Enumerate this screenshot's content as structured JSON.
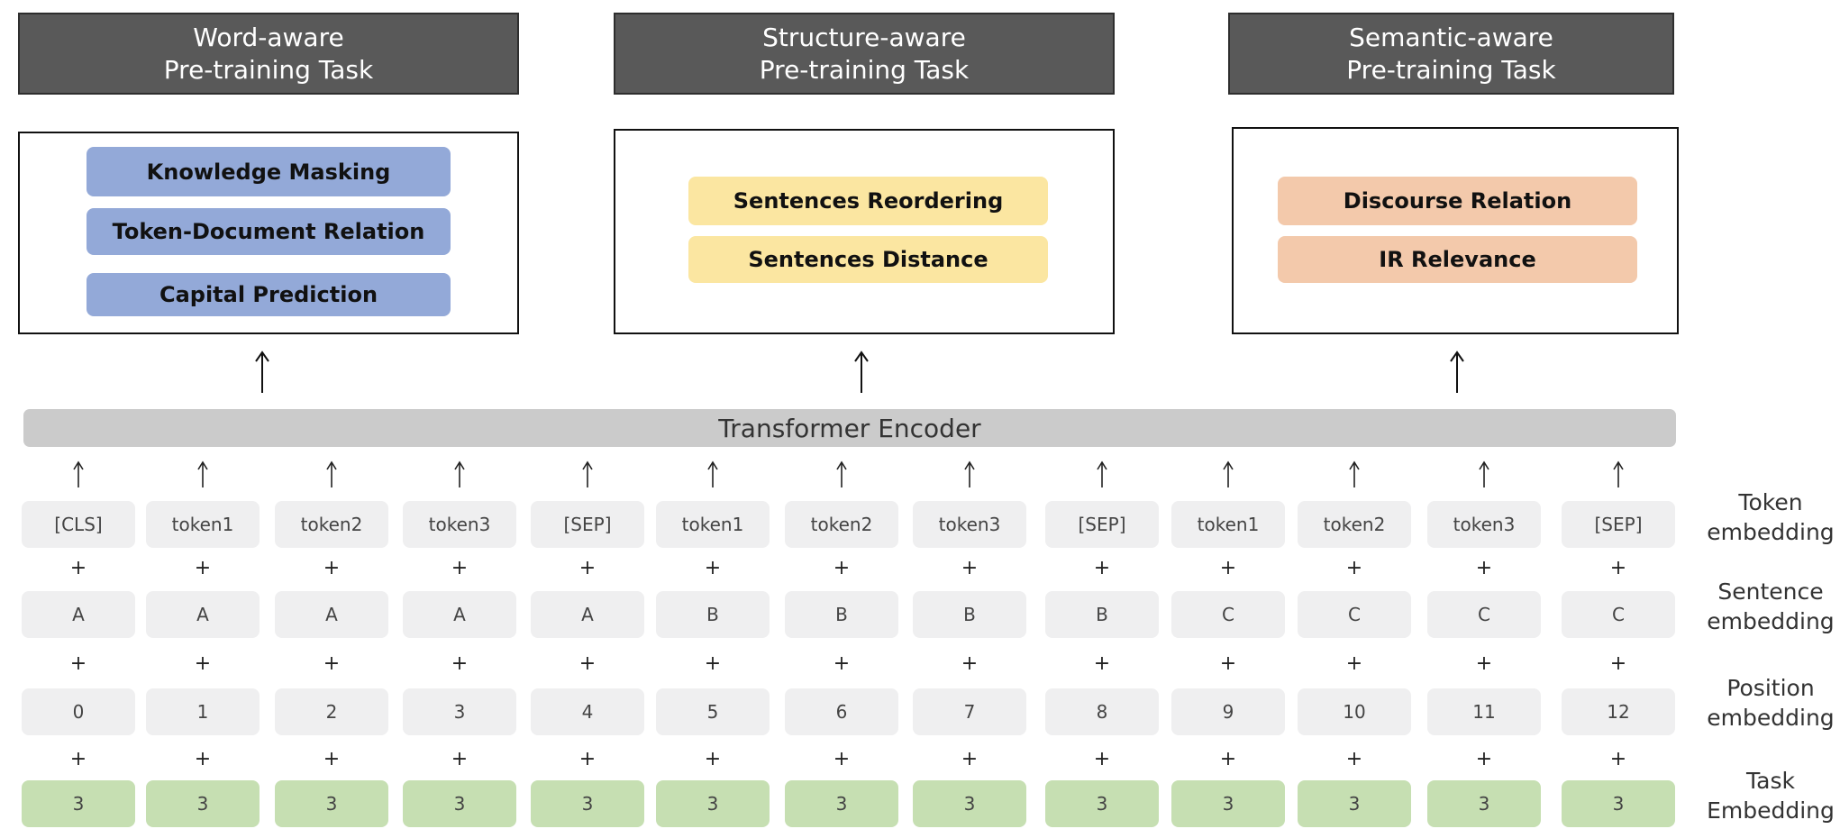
{
  "tasks": [
    {
      "title1": "Word-aware",
      "title2": "Pre-training Task",
      "items": [
        "Knowledge Masking",
        "Token-Document Relation",
        "Capital Prediction"
      ],
      "color": "#93a9d8"
    },
    {
      "title1": "Structure-aware",
      "title2": "Pre-training Task",
      "items": [
        "Sentences Reordering",
        "Sentences Distance"
      ],
      "color": "#fbe6a1"
    },
    {
      "title1": "Semantic-aware",
      "title2": "Pre-training Task",
      "items": [
        "Discourse Relation",
        "IR Relevance"
      ],
      "color": "#f3c9ab"
    }
  ],
  "encoder_label": "Transformer Encoder",
  "embeddings": {
    "tokens": [
      "[CLS]",
      "token1",
      "token2",
      "token3",
      "[SEP]",
      "token1",
      "token2",
      "token3",
      "[SEP]",
      "token1",
      "token2",
      "token3",
      "[SEP]"
    ],
    "sentences": [
      "A",
      "A",
      "A",
      "A",
      "A",
      "B",
      "B",
      "B",
      "B",
      "C",
      "C",
      "C",
      "C"
    ],
    "positions": [
      "0",
      "1",
      "2",
      "3",
      "4",
      "5",
      "6",
      "7",
      "8",
      "9",
      "10",
      "11",
      "12"
    ],
    "tasks": [
      "3",
      "3",
      "3",
      "3",
      "3",
      "3",
      "3",
      "3",
      "3",
      "3",
      "3",
      "3",
      "3"
    ]
  },
  "plus_sign": "+",
  "row_labels": [
    {
      "line1": "Token",
      "line2": "embedding"
    },
    {
      "line1": "Sentence",
      "line2": "embedding"
    },
    {
      "line1": "Position",
      "line2": "embedding"
    },
    {
      "line1": "Task",
      "line2": "Embedding"
    }
  ],
  "colors": {
    "header": "#595959",
    "encoder": "#cbcbcb",
    "cell": "#efeff0",
    "task_cell": "#c6dfb2"
  }
}
